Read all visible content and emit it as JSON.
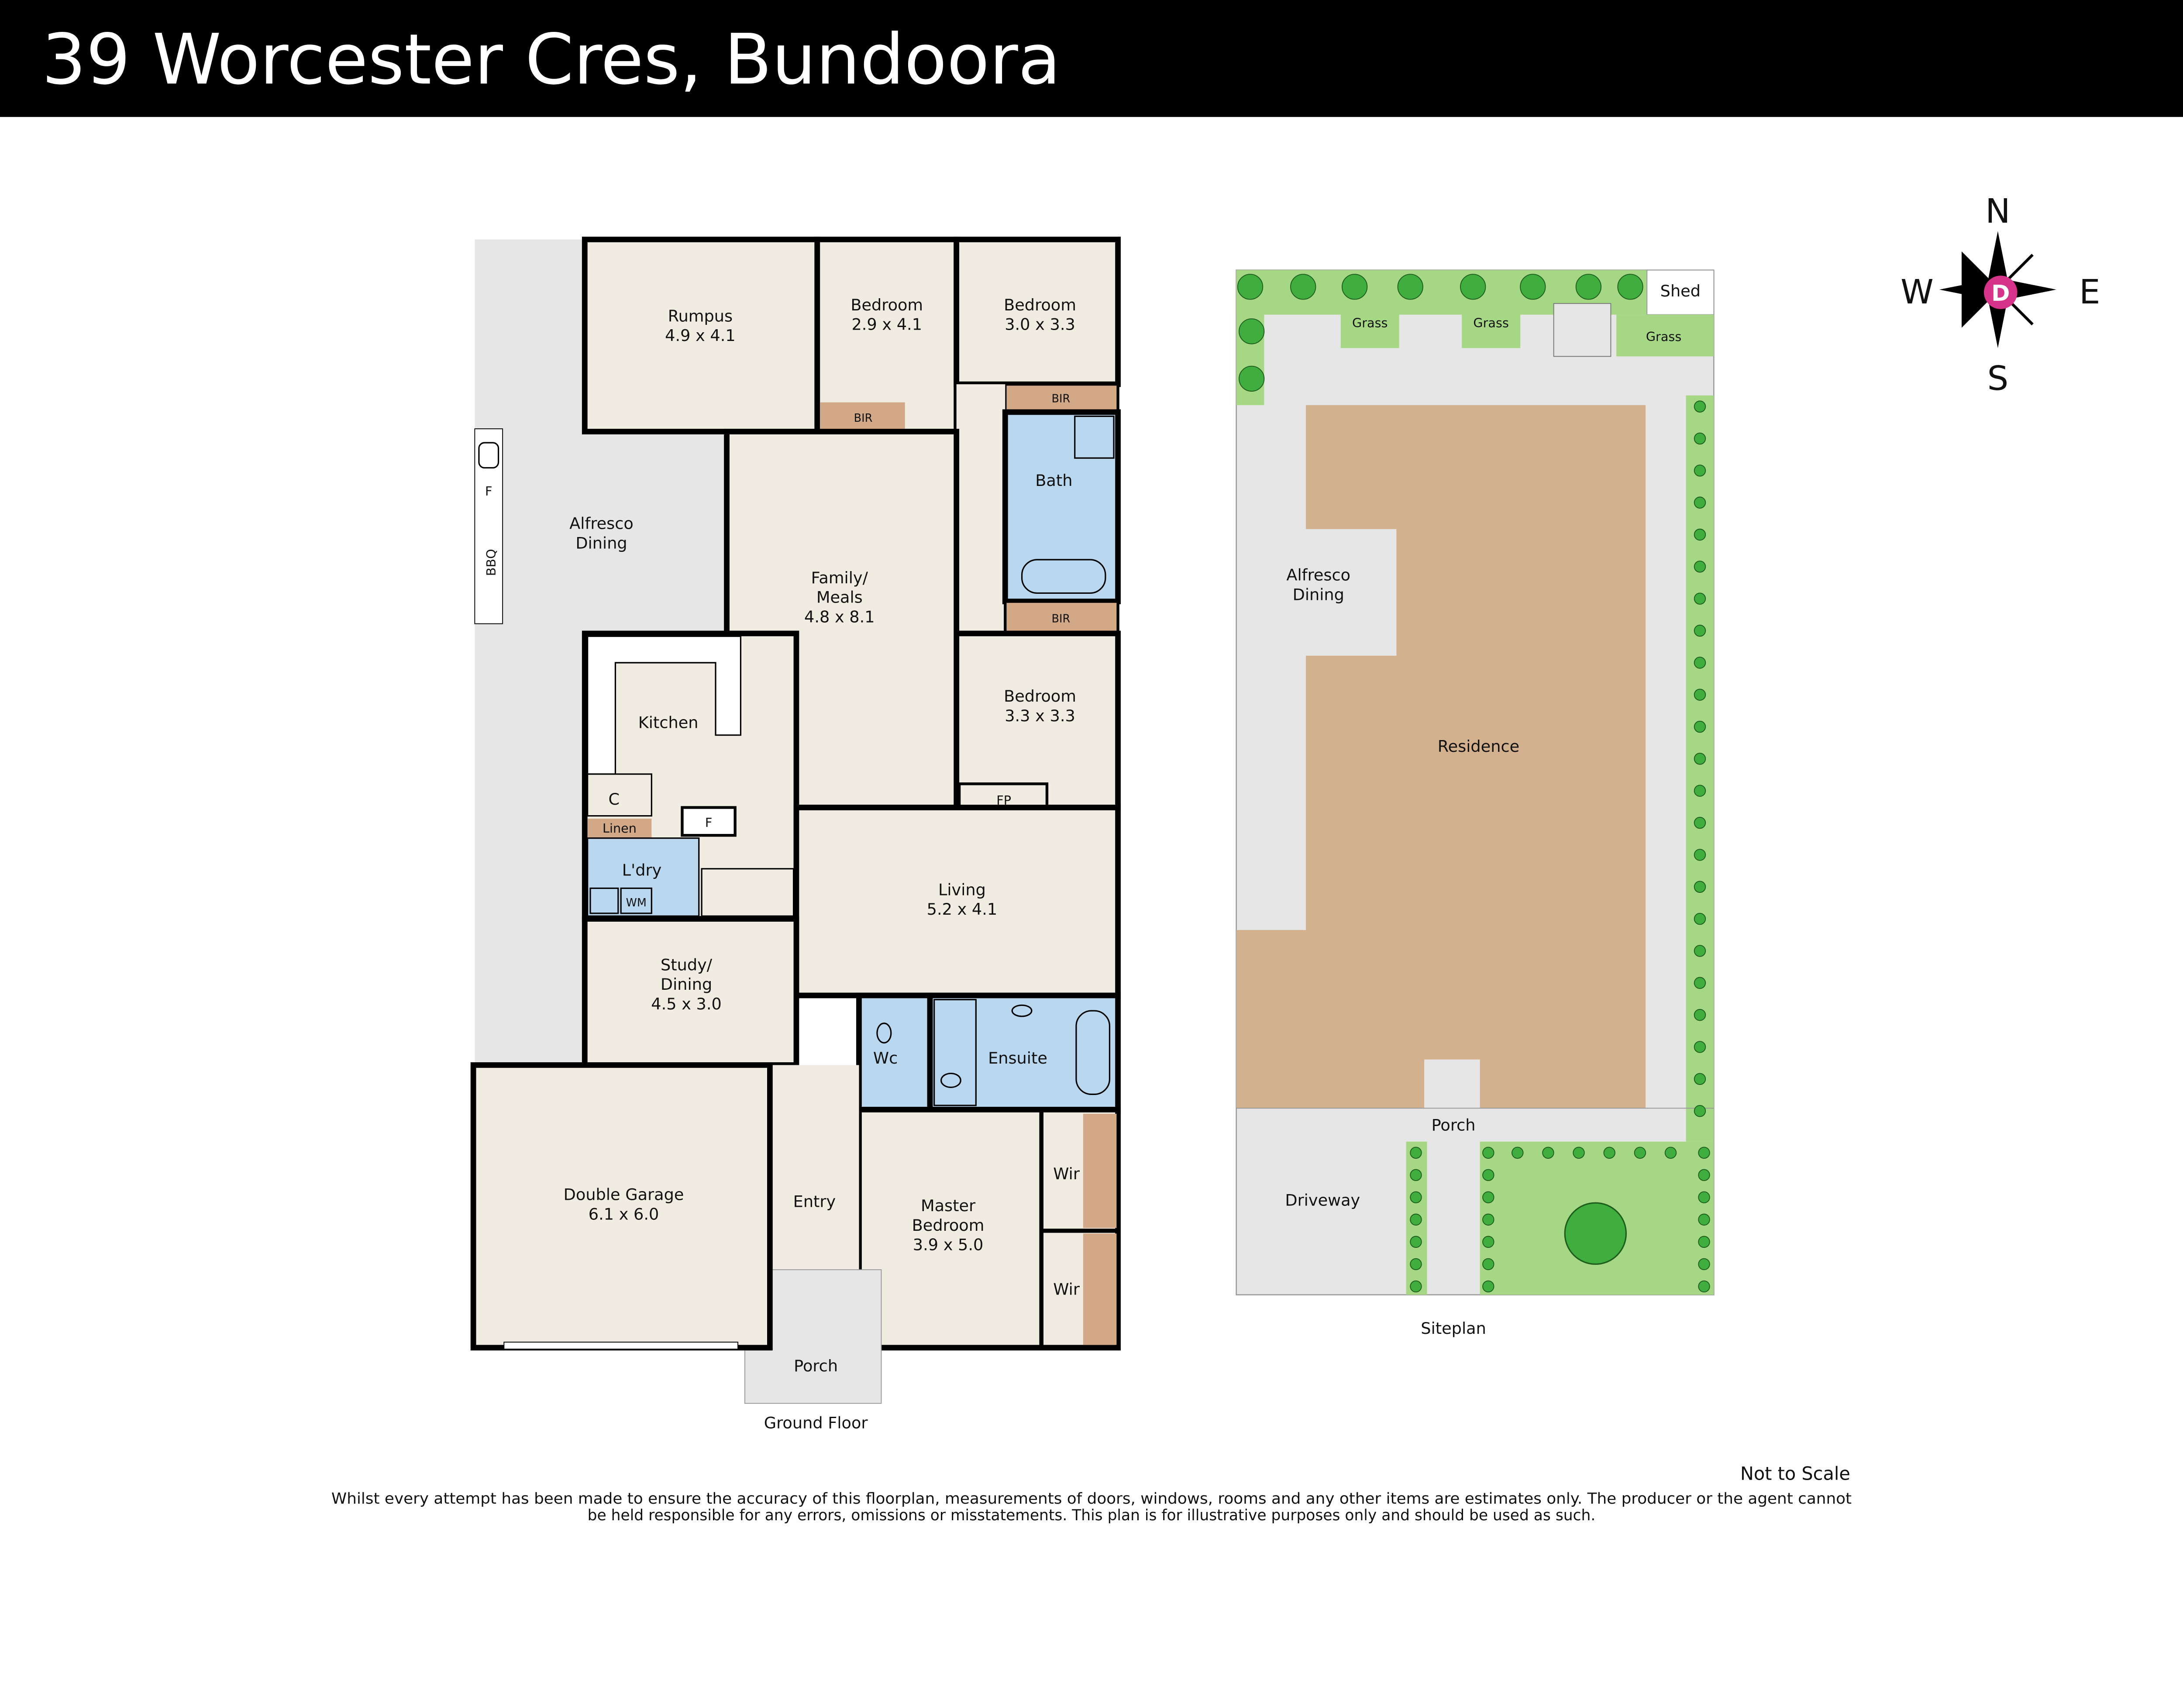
{
  "header": {
    "title": "39 Worcester Cres, Bundoora"
  },
  "colors": {
    "header_bg": "#000000",
    "floor": "#f0ece1",
    "wet": "#b9d7ef",
    "robe": "#d2a886",
    "outdoor": "#e6e6e6",
    "residence": "#d3b08e",
    "grass": "#a6d785",
    "tree": "#3fae3f",
    "compass_accent": "#d6338a"
  },
  "compass": {
    "n": "N",
    "s": "S",
    "e": "E",
    "w": "W",
    "logo": "D"
  },
  "ground_floor": {
    "caption": "Ground Floor",
    "rooms": {
      "rumpus": {
        "name": "Rumpus",
        "size": "4.9 x 4.1"
      },
      "bed2": {
        "name": "Bedroom",
        "size": "2.9 x 4.1"
      },
      "bed3": {
        "name": "Bedroom",
        "size": "3.0 x 3.3"
      },
      "bed4": {
        "name": "Bedroom",
        "size": "3.3 x 3.3"
      },
      "bir": "BIR",
      "bath": "Bath",
      "alfresco": {
        "line1": "Alfresco",
        "line2": "Dining"
      },
      "fridge_f": "F",
      "bbq": "BBQ",
      "family": {
        "line1": "Family/",
        "line2": "Meals",
        "size": "4.8 x 8.1"
      },
      "kitchen": "Kitchen",
      "c": "C",
      "f": "F",
      "fp": "FP",
      "linen": "Linen",
      "laundry": "L'dry",
      "wm": "WM",
      "living": {
        "name": "Living",
        "size": "5.2 x 4.1"
      },
      "study": {
        "line1": "Study/",
        "line2": "Dining",
        "size": "4.5 x 3.0"
      },
      "wc": "Wc",
      "ensuite": "Ensuite",
      "master": {
        "line1": "Master",
        "line2": "Bedroom",
        "size": "3.9 x 5.0"
      },
      "wir": "Wir",
      "garage": {
        "name": "Double Garage",
        "size": "6.1 x 6.0"
      },
      "entry": "Entry",
      "porch": "Porch"
    }
  },
  "siteplan": {
    "caption": "Siteplan",
    "labels": {
      "shed": "Shed",
      "grass": "Grass",
      "alfresco_1": "Alfresco",
      "alfresco_2": "Dining",
      "residence": "Residence",
      "porch": "Porch",
      "driveway": "Driveway"
    }
  },
  "footer": {
    "scale_note": "Not to Scale",
    "disclaimer_1": "Whilst every attempt has been made to ensure the accuracy of this floorplan, measurements of doors, windows, rooms and any other items are estimates only. The producer or the agent cannot",
    "disclaimer_2": "be held responsible for any errors, omissions or misstatements. This plan is for illustrative purposes only and should be used as such."
  }
}
